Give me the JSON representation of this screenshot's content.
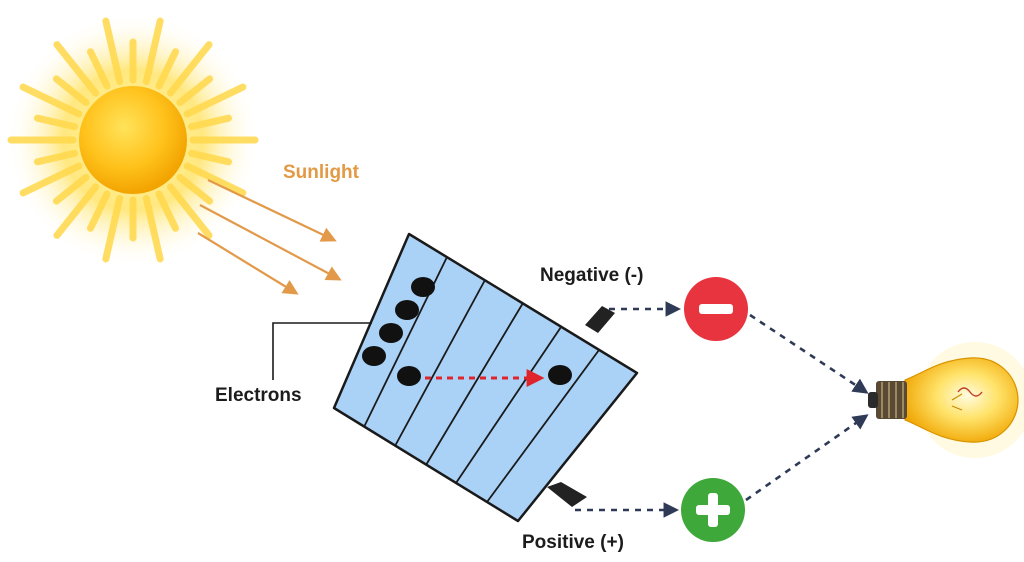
{
  "labels": {
    "sunlight": "Sunlight",
    "negative": "Negative (-)",
    "positive": "Positive (+)",
    "electrons": "Electrons"
  },
  "colors": {
    "sunlight_text": "#e39a45",
    "ray_arrow": "#e29a4a",
    "panel_fill": "#aad2f7",
    "panel_stroke": "#1a1a1a",
    "negative_terminal": "#e8343f",
    "positive_terminal": "#3fa83a",
    "wire": "#2f3a57",
    "electron_flow": "#e0242b",
    "label_text": "#1c1c1c"
  },
  "icons": {
    "sun": "sun-icon",
    "bulb": "light-bulb-icon",
    "minus": "minus-icon",
    "plus": "plus-icon"
  }
}
